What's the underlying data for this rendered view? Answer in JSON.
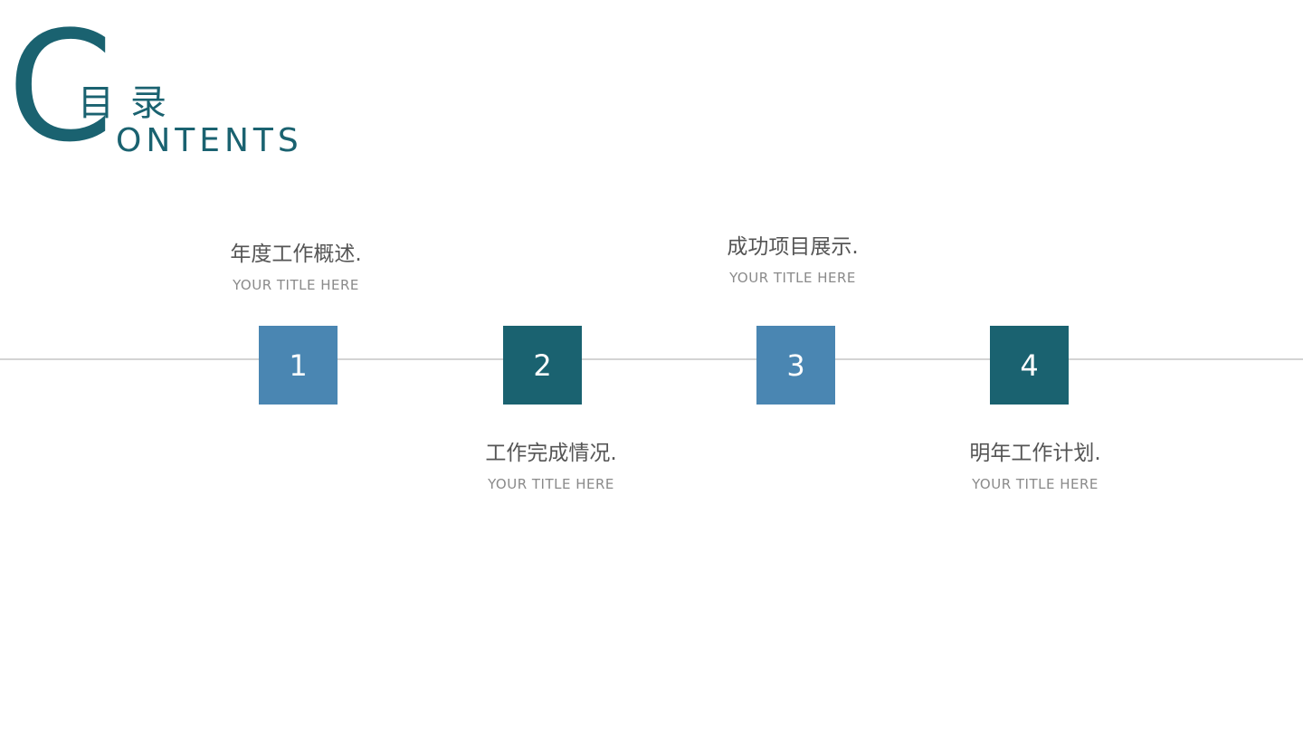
{
  "header": {
    "big_letter": "C",
    "title_cn": "目录",
    "title_en": "ONTENTS"
  },
  "items": [
    {
      "number": "1",
      "title": "年度工作概述.",
      "subtitle": "YOUR TITLE HERE"
    },
    {
      "number": "2",
      "title": "工作完成情况.",
      "subtitle": "YOUR TITLE HERE"
    },
    {
      "number": "3",
      "title": "成功项目展示.",
      "subtitle": "YOUR TITLE HERE"
    },
    {
      "number": "4",
      "title": "明年工作计划.",
      "subtitle": "YOUR TITLE HERE"
    }
  ],
  "colors": {
    "dark_teal": "#1a6270",
    "steel_blue": "#4a86b2",
    "line": "#d4d4d4"
  }
}
